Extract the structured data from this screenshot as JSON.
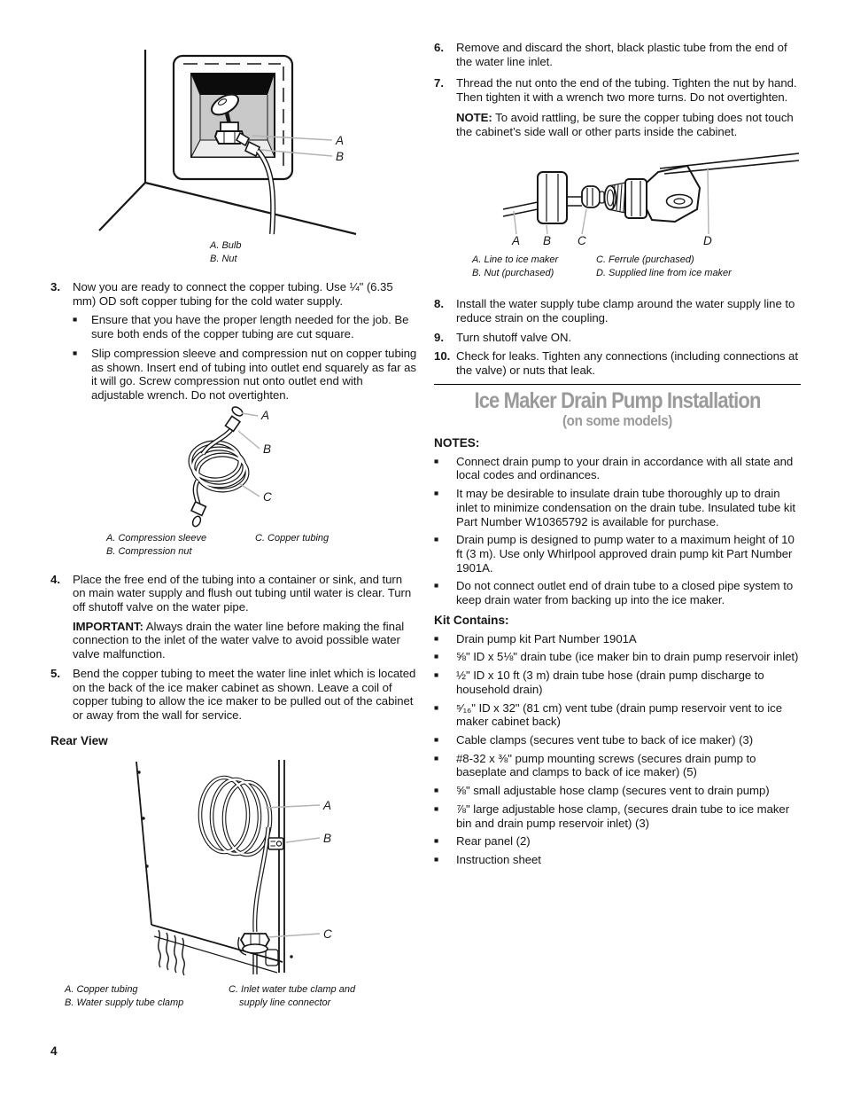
{
  "ui": {
    "bullet": "■"
  },
  "page": {
    "number": "4"
  },
  "left": {
    "fig_inlet": {
      "label_a": "A",
      "label_b": "B",
      "cap_a": "A. Bulb",
      "cap_b": "B. Nut"
    },
    "step3": {
      "num": "3.",
      "text": "Now you are ready to connect the copper tubing. Use ¼\" (6.35 mm) OD soft copper tubing for the cold water supply.",
      "bullet1": "Ensure that you have the proper length needed for the job. Be sure both ends of the copper tubing are cut square.",
      "bullet2": "Slip compression sleeve and compression nut on copper tubing as shown. Insert end of tubing into outlet end squarely as far as it will go. Screw compression nut onto outlet end with adjustable wrench. Do not overtighten."
    },
    "fig_coil": {
      "label_a": "A",
      "label_b": "B",
      "label_c": "C",
      "cap_a": "A. Compression sleeve",
      "cap_b": "B. Compression nut",
      "cap_c": "C. Copper tubing"
    },
    "step4": {
      "num": "4.",
      "text": "Place the free end of the tubing into a container or sink, and turn on main water supply and flush out tubing until water is clear. Turn off shutoff valve on the water pipe.",
      "important_label": "IMPORTANT:",
      "important_text": " Always drain the water line before making the final connection to the inlet of the water valve to avoid possible water valve malfunction."
    },
    "step5": {
      "num": "5.",
      "text": "Bend the copper tubing to meet the water line inlet which is located on the back of the ice maker cabinet as shown. Leave a coil of copper tubing to allow the ice maker to be pulled out of the cabinet or away from the wall for service."
    },
    "rear_view_heading": "Rear View",
    "fig_rear": {
      "label_a": "A",
      "label_b": "B",
      "label_c": "C",
      "cap_a": "A. Copper tubing",
      "cap_b": "B. Water supply tube clamp",
      "cap_c_line1": "C. Inlet water tube clamp and",
      "cap_c_line2": "supply line connector"
    }
  },
  "right": {
    "step6": {
      "num": "6.",
      "text": "Remove and discard the short, black plastic tube from the end of the water line inlet."
    },
    "step7": {
      "num": "7.",
      "text": "Thread the nut onto the end of the tubing. Tighten the nut by hand. Then tighten it with a wrench two more turns. Do not overtighten.",
      "note_label": "NOTE:",
      "note_text": " To avoid rattling, be sure the copper tubing does not touch the cabinet’s side wall or other parts inside the cabinet."
    },
    "fig_fittings": {
      "label_a": "A",
      "label_b": "B",
      "label_c": "C",
      "label_d": "D",
      "cap_a": "A. Line to ice maker",
      "cap_b": "B. Nut (purchased)",
      "cap_c": "C. Ferrule (purchased)",
      "cap_d": "D. Supplied line from ice maker"
    },
    "step8": {
      "num": "8.",
      "text": "Install the water supply tube clamp around the water supply line to reduce strain on the coupling."
    },
    "step9": {
      "num": "9.",
      "text": "Turn shutoff valve ON."
    },
    "step10": {
      "num": "10.",
      "text": "Check for leaks. Tighten any connections (including connections at the valve) or nuts that leak."
    },
    "section": {
      "title": "Ice Maker Drain Pump Installation",
      "subtitle": "(on some models)"
    },
    "notes_heading": "NOTES:",
    "notes": [
      "Connect drain pump to your drain in accordance with all state and local codes and ordinances.",
      "It may be desirable to insulate drain tube thoroughly up to drain inlet to minimize condensation on the drain tube. Insulated tube kit Part Number W10365792 is available for purchase.",
      "Drain pump is designed to pump water to a maximum height of 10 ft (3 m). Use only Whirlpool approved drain pump kit Part Number 1901A.",
      "Do not connect outlet end of drain tube to a closed pipe system to keep drain water from backing up into the ice maker."
    ],
    "kit_heading": "Kit Contains:",
    "kit": [
      "Drain pump kit Part Number 1901A",
      "⅝\" ID x 5⅛\" drain tube (ice maker bin to drain pump reservoir inlet)",
      "½\" ID x 10 ft (3 m) drain tube hose (drain pump discharge to household drain)",
      "⁵⁄₁₆\" ID x 32\" (81 cm) vent tube (drain pump reservoir vent to ice maker cabinet back)",
      "Cable clamps (secures vent tube to back of ice maker) (3)",
      "#8-32 x ⅜\" pump mounting screws (secures drain pump to baseplate and clamps to back of ice maker) (5)",
      "⅝\" small adjustable hose clamp (secures vent to drain pump)",
      "⅞\" large adjustable hose clamp, (secures drain tube to ice maker bin and drain pump reservoir inlet) (3)",
      "Rear panel (2)",
      "Instruction sheet"
    ]
  }
}
